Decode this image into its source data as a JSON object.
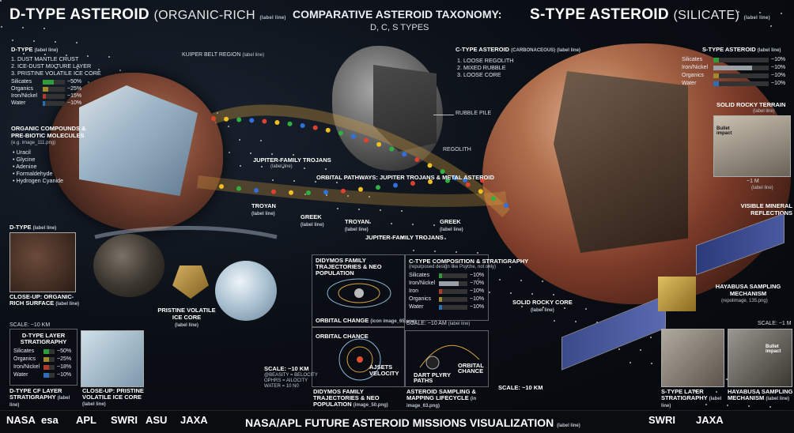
{
  "header": {
    "left_title": "D-TYPE ASTEROID",
    "left_title_sub": "(ORGANIC-RICH",
    "left_title_note": "(label line)",
    "center_title": "COMPARATIVE ASTEROID TAXONOMY:",
    "center_sub": "D, C, S TYPES",
    "right_title": "S-TYPE ASTEROID",
    "right_title_sub": "(SILICATE)",
    "right_title_note": "(label line)"
  },
  "dtype": {
    "heading": "D-TYPE",
    "heading_note": "(label line)",
    "layers": [
      "1. DUST MANTLE CRUST",
      "2. ICE-DUST MIXTURE LAYER",
      "3. PRISTINE VOLATILE ICE CORE"
    ],
    "composition": [
      {
        "name": "Silicates",
        "value": "~50%",
        "color": "#2f9b3a",
        "fill": 0.5
      },
      {
        "name": "Organics",
        "value": "~25%",
        "color": "#a08a2c",
        "fill": 0.25
      },
      {
        "name": "Iron/Nickel",
        "value": "~15%",
        "color": "#b23a2a",
        "fill": 0.15
      },
      {
        "name": "Water",
        "value": "~10%",
        "color": "#2b6fb8",
        "fill": 0.1
      }
    ],
    "organic_title": "ORGANIC COMPOUNDS & PRE-BIOTIC MOLECULES",
    "organic_note": "(e.g. image_111.png)",
    "organic_items": [
      "Uracil",
      "Glycine",
      "Adenine",
      "Formaldehyde",
      "Hydrogen Cyanide"
    ],
    "closeup_heading": "D-TYPE",
    "closeup_note": "(label line)",
    "closeup_caption": "CLOSE-UP: ORGANIC-RICH SURFACE",
    "closeup_caption_note": "(label line)",
    "scale": "SCALE: ~10 KM",
    "strat_title": "D-TYPE LAYER STRATIGRAPHY",
    "strat_rows": [
      {
        "name": "Silicates",
        "value": "~50%",
        "color": "#2f9b3a"
      },
      {
        "name": "Organics",
        "value": "~25%",
        "color": "#a08a2c"
      },
      {
        "name": "Iron/Nickel",
        "value": "~18%",
        "color": "#b23a2a"
      },
      {
        "name": "Water",
        "value": "~10%",
        "color": "#2b6fb8"
      }
    ],
    "strat_caption": "D-TYPE CF LAYER STRATIGRAPHY",
    "strat_caption_note": "(label line)",
    "ice_caption": "CLOSE-UP: PRISTINE VOLATILE ICE CORE",
    "ice_caption_note": "(label line)",
    "pristine_label": "PRISTINE VOLATILE ICE CORE",
    "pristine_note": "(label line)"
  },
  "kuiper": {
    "label": "KUIPER BELT REGION",
    "note": "(label line)"
  },
  "ctype": {
    "heading": "C-TYPE ASTEROID",
    "heading_sub": "(CARBONACEOUS)",
    "heading_note": "(label line)",
    "layers": [
      "1. LOOSE REGOLITH",
      "2. MIXED RUBBLE",
      "3. LOOSE CORE"
    ],
    "rubble_label": "RUBBLE PILE",
    "regolith_label": "REGOLITH"
  },
  "orbit": {
    "trojans_label": "JUPITER-FAMILY TROJANS",
    "trojans_note": "(label line)",
    "pathways": "ORBITAL PATHWAYS: JUPITER TROJANS & METAL ASTEROID",
    "troyan_left": "TROYAN",
    "troyan_left_note": "(label line)",
    "greek_mid": "GREEK",
    "greek_mid_note": "(label line)",
    "troyan_mid": "TROYAN",
    "troyan_mid_note": "(label line)",
    "greek_right": "GREEK",
    "greek_right_note": "(label line)",
    "family_trojans": "JUPITER-FAMILY TROJANS"
  },
  "panels": {
    "didymos_top_title": "DIDYMOS FAMILY TRAJECTORIES & NEO POPULATION",
    "orbital_change": "ORBITAL CHANGE",
    "orbital_change_note": "(icon image_65.png)",
    "comp_title": "C-TYPE COMPOSITION & STRATIGRAPHY",
    "comp_note": "(repurposed design like Psyche, not only)",
    "comp_rows": [
      {
        "name": "Silicates",
        "value": "~10%",
        "color": "#2f9b3a",
        "fill": 0.1
      },
      {
        "name": "Iron/Nickel",
        "value": "~70%",
        "color": "#9aa0a6",
        "fill": 0.7
      },
      {
        "name": "Iron",
        "value": "~10%",
        "color": "#b23a2a",
        "fill": 0.1
      },
      {
        "name": "Organics",
        "value": "~10%",
        "color": "#a08a2c",
        "fill": 0.1
      },
      {
        "name": "Water",
        "value": "~10%",
        "color": "#2b6fb8",
        "fill": 0.1
      }
    ],
    "comp_scale": "SCALE: ~10 AM",
    "comp_scale_note": "(label line)",
    "orbital_chance": "ORBITAL CHANCE",
    "ajsets": "AJSETS VELOCITY",
    "scale_block_title": "SCALE: ~10 KM",
    "scale_block_lines": [
      "@BEASITY = BELOCITY",
      "OPHRS = AILOCITY",
      "WATER = 10 N0"
    ],
    "didymos_bottom_title": "DIDYMOS FAMILY TRAJECTORIES & NEO POPULATION",
    "didymos_bottom_note": "(image_50.png)",
    "dart_label": "DART PLYRY PATHS",
    "orbital_chance2": "ORBITAL CHANCE",
    "sampling_title": "ASTEROID SAMPLING & MAPPING LIFECYCLE",
    "sampling_note": "(in image_63.png)",
    "scale_right": "SCALE: ~10 KM"
  },
  "stype": {
    "heading": "S-TYPE ASTEROID",
    "heading_note": "(label line)",
    "composition": [
      {
        "name": "Silicates",
        "value": "~10%",
        "color": "#2f9b3a",
        "fill": 0.1
      },
      {
        "name": "Iron/Nickel",
        "value": "~10%",
        "color": "#9aa0a6",
        "fill": 0.7
      },
      {
        "name": "Organics",
        "value": "~10%",
        "color": "#a08a2c",
        "fill": 0.1
      },
      {
        "name": "Water",
        "value": "~10%",
        "color": "#2b6fb8",
        "fill": 0.1
      }
    ],
    "terrain_title": "SOLID ROCKY TERRAIN",
    "terrain_note": "(label line)",
    "bullet": "Bullet impact",
    "terrain_scale": "~1 M",
    "terrain_scale_note": "(label line)",
    "reflections": "VISIBLE MINERAL REFLECTIONS",
    "core_label": "SOLID ROCKY CORE",
    "core_note": "(label line)",
    "hayabusa_title": "HAYABUSA SAMPLING MECHANISM",
    "hayabusa_note": "(repolimage, 135.png)",
    "scale_small": "SCALE: ~1 M",
    "bullet2": "Bullet impact",
    "strat_caption": "S-TYPE LATER STRATIGRAPHY",
    "strat_note": "(label line)",
    "hay_caption": "HAYABUSA SAMPLING MECHANISM",
    "hay_caption_note": "(label line)"
  },
  "footer": {
    "title": "NASA/APL FUTURE ASTEROID MISSIONS VISUALIZATION",
    "note": "(label line)",
    "logos_left": [
      "NASA",
      "esa",
      "APL",
      "SWRI",
      "ASU",
      "JAXA"
    ],
    "logos_right": [
      "SWRI",
      "JAXA"
    ]
  }
}
